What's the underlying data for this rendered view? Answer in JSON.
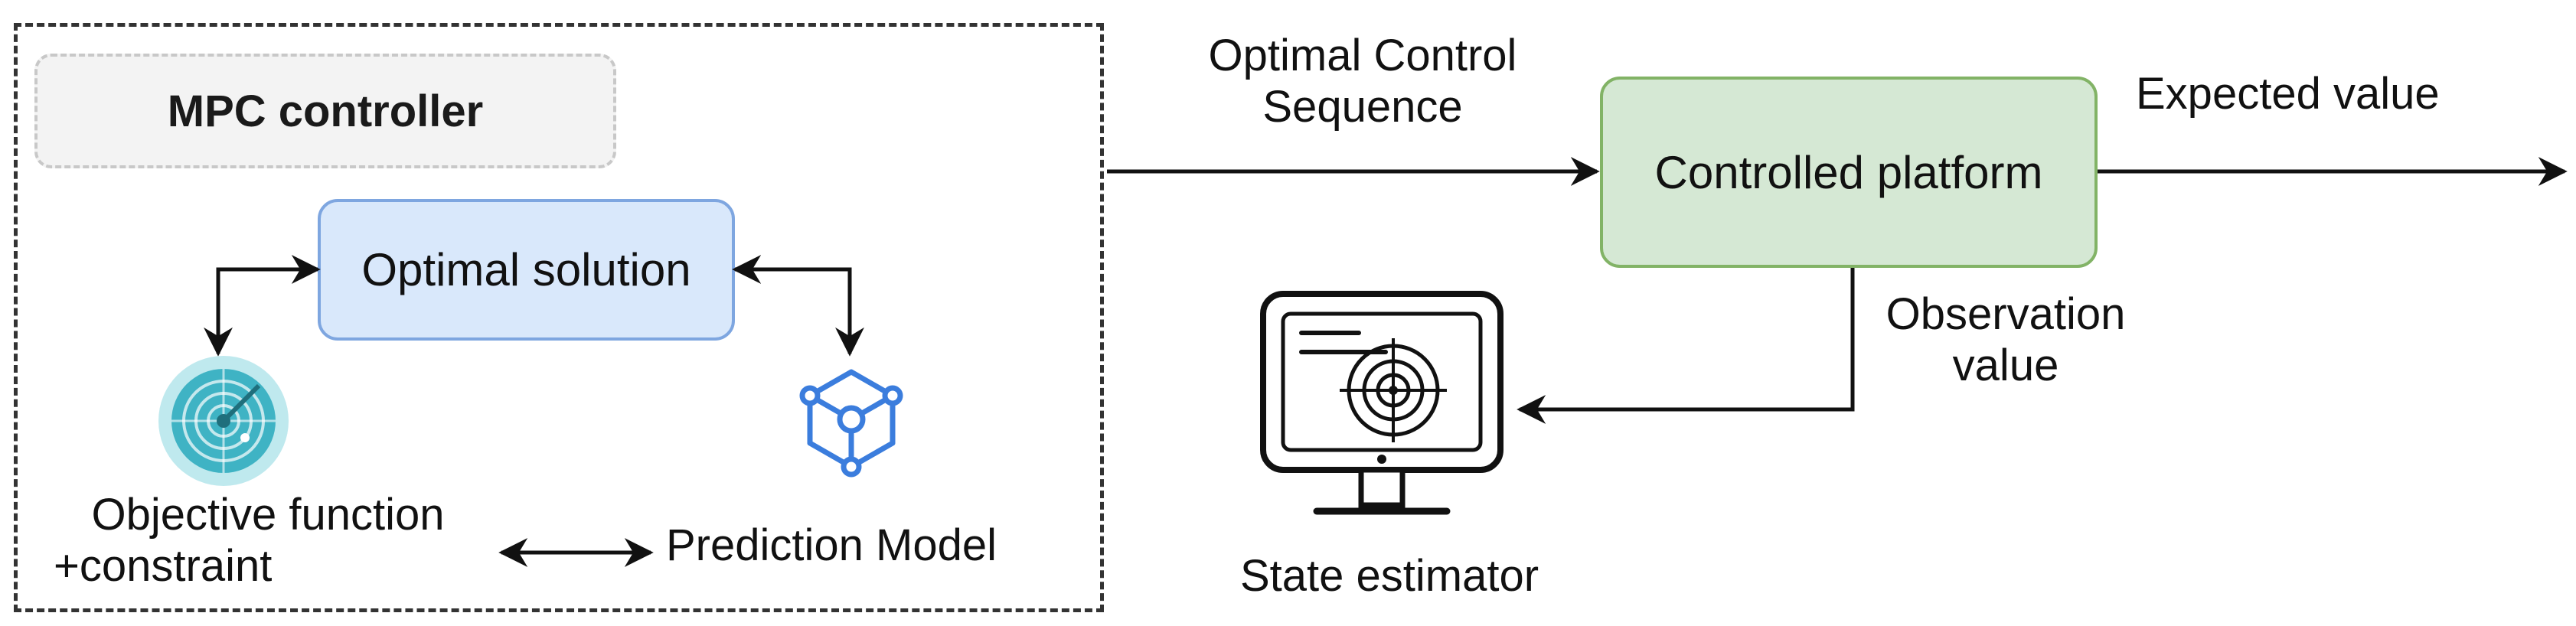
{
  "mpc_controller": {
    "title": "MPC controller"
  },
  "optimal_solution": {
    "label": "Optimal solution"
  },
  "objective": {
    "line1": "Objective function",
    "line2": "+constraint"
  },
  "prediction": {
    "label": "Prediction Model"
  },
  "control_sequence": {
    "line1": "Optimal Control",
    "line2": "Sequence"
  },
  "controlled_platform": {
    "label": "Controlled platform"
  },
  "expected_value": {
    "label": "Expected value"
  },
  "observation": {
    "line1": "Observation",
    "line2": "value"
  },
  "state_estimator": {
    "label": "State estimator"
  },
  "icons": {
    "objective": "radar-target-icon",
    "prediction": "model-cube-icon",
    "estimator": "monitor-target-icon"
  },
  "colors": {
    "optimal_fill": "#d9e8fb",
    "optimal_border": "#7ea6e0",
    "platform_fill": "#d5e8d4",
    "platform_border": "#82b366",
    "radar": "#2aa6b8",
    "cube": "#3b7ddd"
  }
}
